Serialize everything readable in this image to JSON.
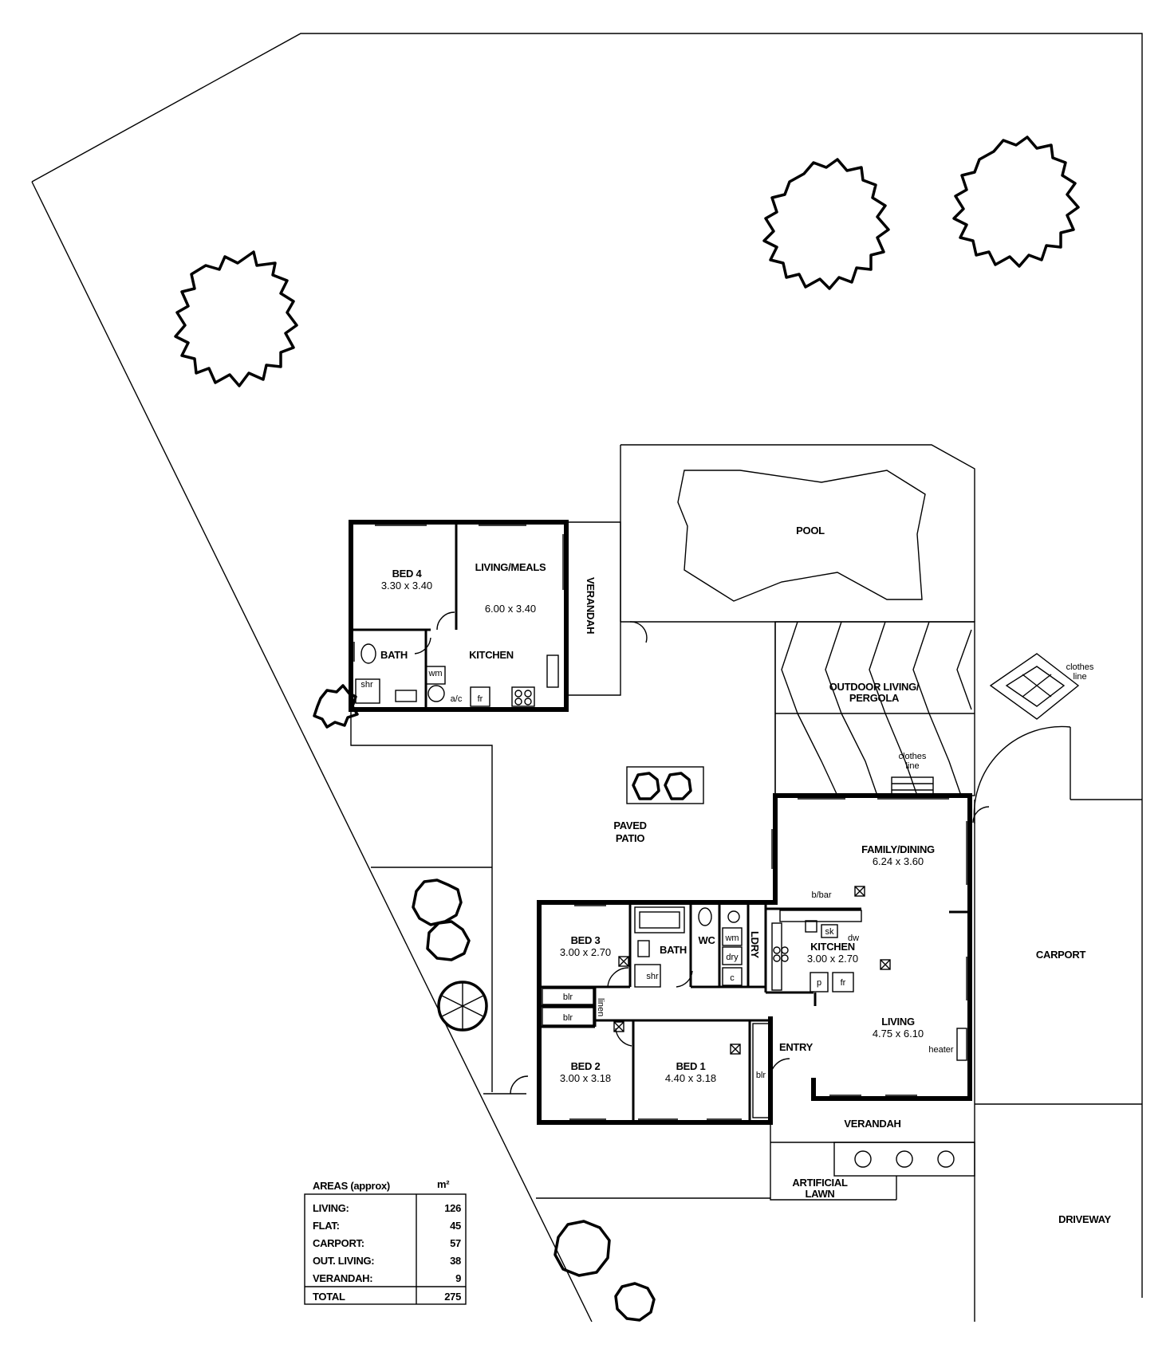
{
  "rooms": {
    "bed4": {
      "name": "BED 4",
      "dim": "3.30 x 3.40"
    },
    "living_meals": {
      "name": "LIVING/MEALS",
      "dim": "6.00 x 3.40"
    },
    "bath_flat": {
      "name": "BATH"
    },
    "kitchen_flat": {
      "name": "KITCHEN"
    },
    "verandah_flat": {
      "name": "VERANDAH"
    },
    "pool": {
      "name": "POOL"
    },
    "outdoor_living": {
      "line1": "OUTDOOR LIVING/",
      "line2": "PERGOLA"
    },
    "paved_patio": {
      "line1": "PAVED",
      "line2": "PATIO"
    },
    "family_dining": {
      "name": "FAMILY/DINING",
      "dim": "6.24 x 3.60"
    },
    "kitchen": {
      "name": "KITCHEN",
      "dim": "3.00 x 2.70"
    },
    "living": {
      "name": "LIVING",
      "dim": "4.75 x 6.10"
    },
    "bed3": {
      "name": "BED 3",
      "dim": "3.00 x 2.70"
    },
    "bath": {
      "name": "BATH"
    },
    "wc": {
      "name": "WC"
    },
    "ldry": {
      "name": "LDRY"
    },
    "bed2": {
      "name": "BED 2",
      "dim": "3.00 x 3.18"
    },
    "bed1": {
      "name": "BED 1",
      "dim": "4.40 x 3.18"
    },
    "entry": {
      "name": "ENTRY"
    },
    "verandah": {
      "name": "VERANDAH"
    },
    "carport": {
      "name": "CARPORT"
    },
    "driveway": {
      "name": "DRIVEWAY"
    },
    "artificial_lawn": {
      "line1": "ARTIFICIAL",
      "line2": "LAWN"
    }
  },
  "fixtures": {
    "shr": "shr",
    "wm": "wm",
    "ac": "a/c",
    "fr": "fr",
    "blr": "blr",
    "linen": "linen",
    "dry": "dry",
    "c": "c",
    "p": "p",
    "bbar": "b/bar",
    "sk": "sk",
    "dw": "dw",
    "heater": "heater",
    "clothes_line_1": {
      "line1": "clothes",
      "line2": "line"
    },
    "clothes_line_2": {
      "line1": "clothes",
      "line2": "line"
    }
  },
  "areas_table": {
    "title": "AREAS (approx)",
    "unit": "m²",
    "rows": [
      {
        "label": "LIVING:",
        "value": "126"
      },
      {
        "label": "FLAT:",
        "value": "45"
      },
      {
        "label": "CARPORT:",
        "value": "57"
      },
      {
        "label": "OUT. LIVING:",
        "value": "38"
      },
      {
        "label": "VERANDAH:",
        "value": "9"
      }
    ],
    "total": {
      "label": "TOTAL",
      "value": "275"
    }
  }
}
